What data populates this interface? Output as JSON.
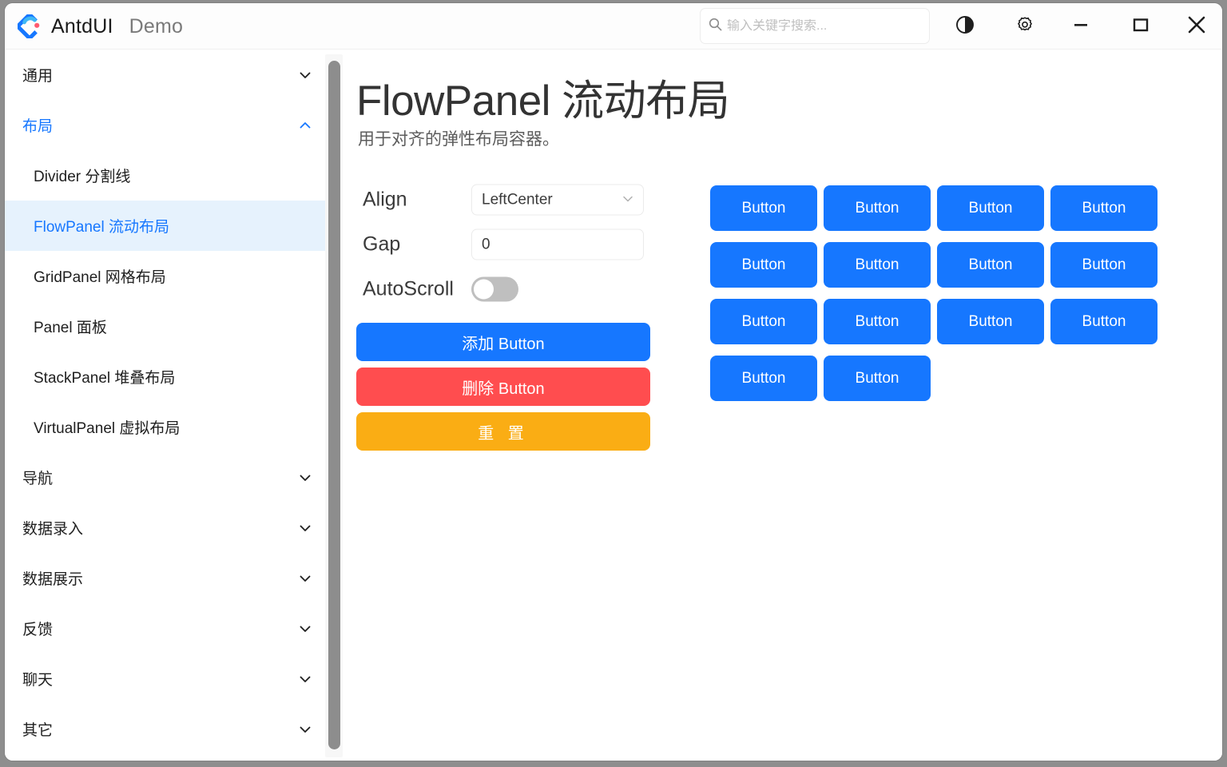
{
  "window": {
    "brand": {
      "name": "AntdUI",
      "suffix": "Demo",
      "logo_icon": "antdui-logo-icon"
    },
    "search": {
      "placeholder": "输入关键字搜索...",
      "value": "",
      "icon": "search-icon"
    },
    "controls": [
      {
        "name": "theme-toggle-button",
        "icon": "half-circle-contrast-icon"
      },
      {
        "name": "settings-button",
        "icon": "gear-icon"
      },
      {
        "name": "minimize-button",
        "icon": "minimize-icon"
      },
      {
        "name": "maximize-button",
        "icon": "maximize-square-icon"
      },
      {
        "name": "close-button",
        "icon": "close-x-icon"
      }
    ]
  },
  "sidebar": {
    "groups": [
      {
        "label": "通用",
        "expanded": false,
        "chevron": "chevron-down-icon",
        "active": false,
        "items": []
      },
      {
        "label": "布局",
        "expanded": true,
        "chevron": "chevron-up-icon",
        "active": true,
        "items": [
          {
            "label": "Divider 分割线",
            "selected": false
          },
          {
            "label": "FlowPanel 流动布局",
            "selected": true
          },
          {
            "label": "GridPanel 网格布局",
            "selected": false
          },
          {
            "label": "Panel 面板",
            "selected": false
          },
          {
            "label": "StackPanel 堆叠布局",
            "selected": false
          },
          {
            "label": "VirtualPanel 虚拟布局",
            "selected": false
          }
        ]
      },
      {
        "label": "导航",
        "expanded": false,
        "chevron": "chevron-down-icon",
        "active": false,
        "items": []
      },
      {
        "label": "数据录入",
        "expanded": false,
        "chevron": "chevron-down-icon",
        "active": false,
        "items": []
      },
      {
        "label": "数据展示",
        "expanded": false,
        "chevron": "chevron-down-icon",
        "active": false,
        "items": []
      },
      {
        "label": "反馈",
        "expanded": false,
        "chevron": "chevron-down-icon",
        "active": false,
        "items": []
      },
      {
        "label": "聊天",
        "expanded": false,
        "chevron": "chevron-down-icon",
        "active": false,
        "items": []
      },
      {
        "label": "其它",
        "expanded": false,
        "chevron": "chevron-down-icon",
        "active": false,
        "items": []
      }
    ]
  },
  "main": {
    "title": "FlowPanel 流动布局",
    "description": "用于对齐的弹性布局容器。",
    "form": {
      "align": {
        "label": "Align",
        "value": "LeftCenter",
        "chevron": "chevron-down-icon"
      },
      "gap": {
        "label": "Gap",
        "value": "0",
        "placeholder": ""
      },
      "autoscroll": {
        "label": "AutoScroll",
        "checked": false
      }
    },
    "actions": [
      {
        "label": "添加 Button",
        "color": "#1677ff",
        "name": "add-button-action"
      },
      {
        "label": "删除 Button",
        "color": "#ff4d4f",
        "name": "delete-button-action"
      },
      {
        "label": "重 置",
        "color": "#faad14",
        "name": "reset-action"
      }
    ],
    "flow": {
      "button_label": "Button",
      "count": 14,
      "buttons": [
        "Button",
        "Button",
        "Button",
        "Button",
        "Button",
        "Button",
        "Button",
        "Button",
        "Button",
        "Button",
        "Button",
        "Button",
        "Button",
        "Button"
      ]
    }
  },
  "colors": {
    "primary": "#1677ff",
    "danger": "#ff4d4f",
    "warning": "#faad14",
    "selected_bg": "#e6f2fd",
    "scrollbar_thumb": "#8d8d8d"
  }
}
